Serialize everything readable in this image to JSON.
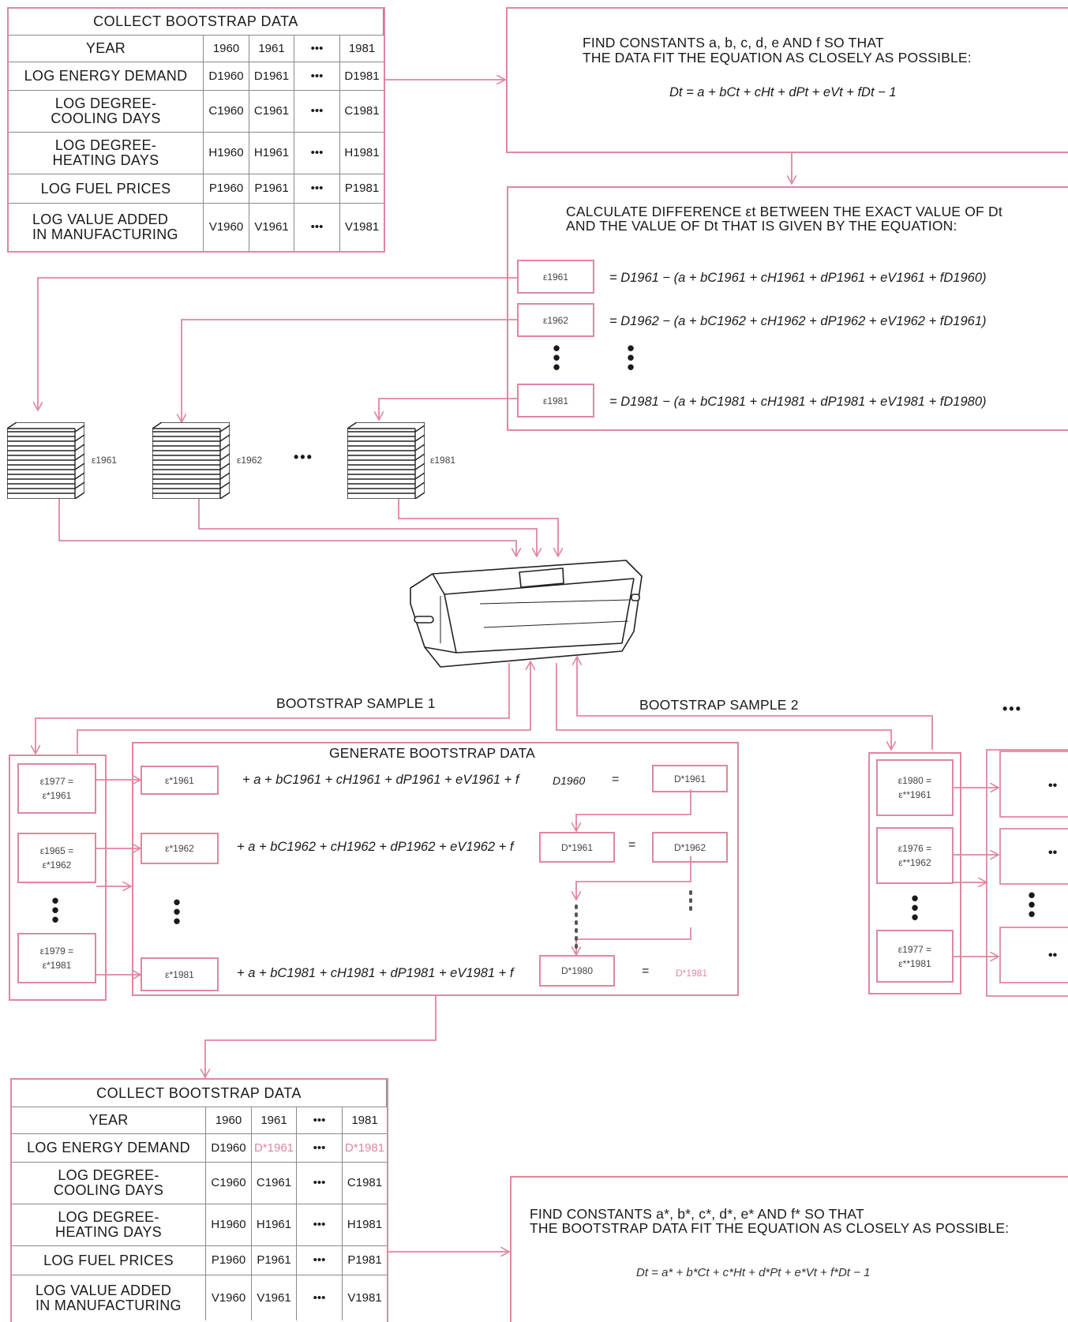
{
  "table1": {
    "header": "COLLECT BOOTSTRAP DATA",
    "years": [
      "1960",
      "1961",
      "•••",
      "1981"
    ],
    "rows": [
      {
        "label": "YEAR"
      },
      {
        "label": "LOG ENERGY DEMAND",
        "cells": [
          "D1960",
          "D1961",
          "•••",
          "D1981"
        ]
      },
      {
        "label": "LOG DEGREE-\nCOOLING DAYS",
        "cells": [
          "C1960",
          "C1961",
          "•••",
          "C1981"
        ]
      },
      {
        "label": "LOG DEGREE-\nHEATING DAYS",
        "cells": [
          "H1960",
          "H1961",
          "•••",
          "H1981"
        ]
      },
      {
        "label": "LOG FUEL PRICES",
        "cells": [
          "P1960",
          "P1961",
          "•••",
          "P1981"
        ]
      },
      {
        "label": "LOG VALUE ADDED\nIN MANUFACTURING",
        "cells": [
          "V1960",
          "V1961",
          "•••",
          "V1981"
        ]
      }
    ]
  },
  "find_constants": {
    "line1": "FIND CONSTANTS a, b, c, d, e AND f SO THAT",
    "line2": "THE DATA FIT THE EQUATION AS CLOSELY AS POSSIBLE:",
    "equation": "Dt = a + bCt + cHt + dPt + eVt + fDt − 1"
  },
  "calculate": {
    "line1": "CALCULATE DIFFERENCE εt BETWEEN THE EXACT VALUE OF Dt",
    "line2": "AND THE VALUE OF Dt THAT IS GIVEN BY THE EQUATION:",
    "rows": [
      {
        "eps": "ε1961",
        "eq": "= D1961 − (a + bC1961 + cH1961 + dP1961 + eV1961 + fD1960)"
      },
      {
        "eps": "ε1962",
        "eq": "= D1962 − (a + bC1962 + cH1962 + dP1962 + eV1962 + fD1961)"
      },
      {
        "eps": "ε1981",
        "eq": "= D1981 − (a + bC1981 + cH1981 + dP1981 + eV1981 + fD1980)"
      }
    ]
  },
  "stacks": [
    "ε1961",
    "ε1962",
    "•••",
    "ε1981"
  ],
  "samples": {
    "s1": "BOOTSTRAP SAMPLE 1",
    "s2": "BOOTSTRAP SAMPLE 2",
    "more": "•••"
  },
  "generate": {
    "title": "GENERATE BOOTSTRAP DATA",
    "left": [
      {
        "top": "ε1977 =",
        "bottom": "ε*1961"
      },
      {
        "top": "ε1965 =",
        "bottom": "ε*1962"
      },
      {
        "top": "ε1979 =",
        "bottom": "ε*1981"
      }
    ],
    "rows": [
      {
        "eps": "ε*1961",
        "eq": "+ a + bC1961 + cH1961 + dP1961 + eV1961 + f",
        "prev": "D1960",
        "eqsign": "=",
        "res": "D*1961"
      },
      {
        "eps": "ε*1962",
        "eq": "+ a + bC1962 + cH1962 + dP1962 + eV1962 + f",
        "prev": "D*1961",
        "eqsign": "=",
        "res": "D*1962"
      },
      {
        "eps": "ε*1981",
        "eq": "+ a + bC1981 + cH1981 + dP1981 + eV1981 + f",
        "prev": "D*1980",
        "eqsign": "=",
        "res": "D*1981"
      }
    ],
    "right": [
      {
        "top": "ε1980 =",
        "bottom": "ε**1961"
      },
      {
        "top": "ε1976 =",
        "bottom": "ε**1962"
      },
      {
        "top": "ε1977 =",
        "bottom": "ε**1981"
      }
    ]
  },
  "table2": {
    "header": "COLLECT BOOTSTRAP DATA",
    "rows": [
      {
        "label": "YEAR",
        "cells": [
          "1960",
          "1961",
          "•••",
          "1981"
        ]
      },
      {
        "label": "LOG ENERGY DEMAND",
        "cells": [
          "D1960",
          "D*1961",
          "•••",
          "D*1981"
        ]
      },
      {
        "label": "LOG DEGREE-\nCOOLING DAYS",
        "cells": [
          "C1960",
          "C1961",
          "•••",
          "C1981"
        ]
      },
      {
        "label": "LOG DEGREE-\nHEATING DAYS",
        "cells": [
          "H1960",
          "H1961",
          "•••",
          "H1981"
        ]
      },
      {
        "label": "LOG FUEL PRICES",
        "cells": [
          "P1960",
          "P1961",
          "•••",
          "P1981"
        ]
      },
      {
        "label": "LOG VALUE ADDED\nIN MANUFACTURING",
        "cells": [
          "V1960",
          "V1961",
          "•••",
          "V1981"
        ]
      }
    ]
  },
  "find_constants2": {
    "line1": "FIND CONSTANTS a*, b*, c*, d*, e* AND f* SO THAT",
    "line2": "THE BOOTSTRAP DATA FIT THE EQUATION AS CLOSELY AS POSSIBLE:",
    "equation": "Dt = a* + b*Ct + c*Ht + d*Pt + e*Vt + f*Dt − 1"
  },
  "colors": {
    "accent": "#e0869e",
    "text": "#1a1a1a"
  }
}
